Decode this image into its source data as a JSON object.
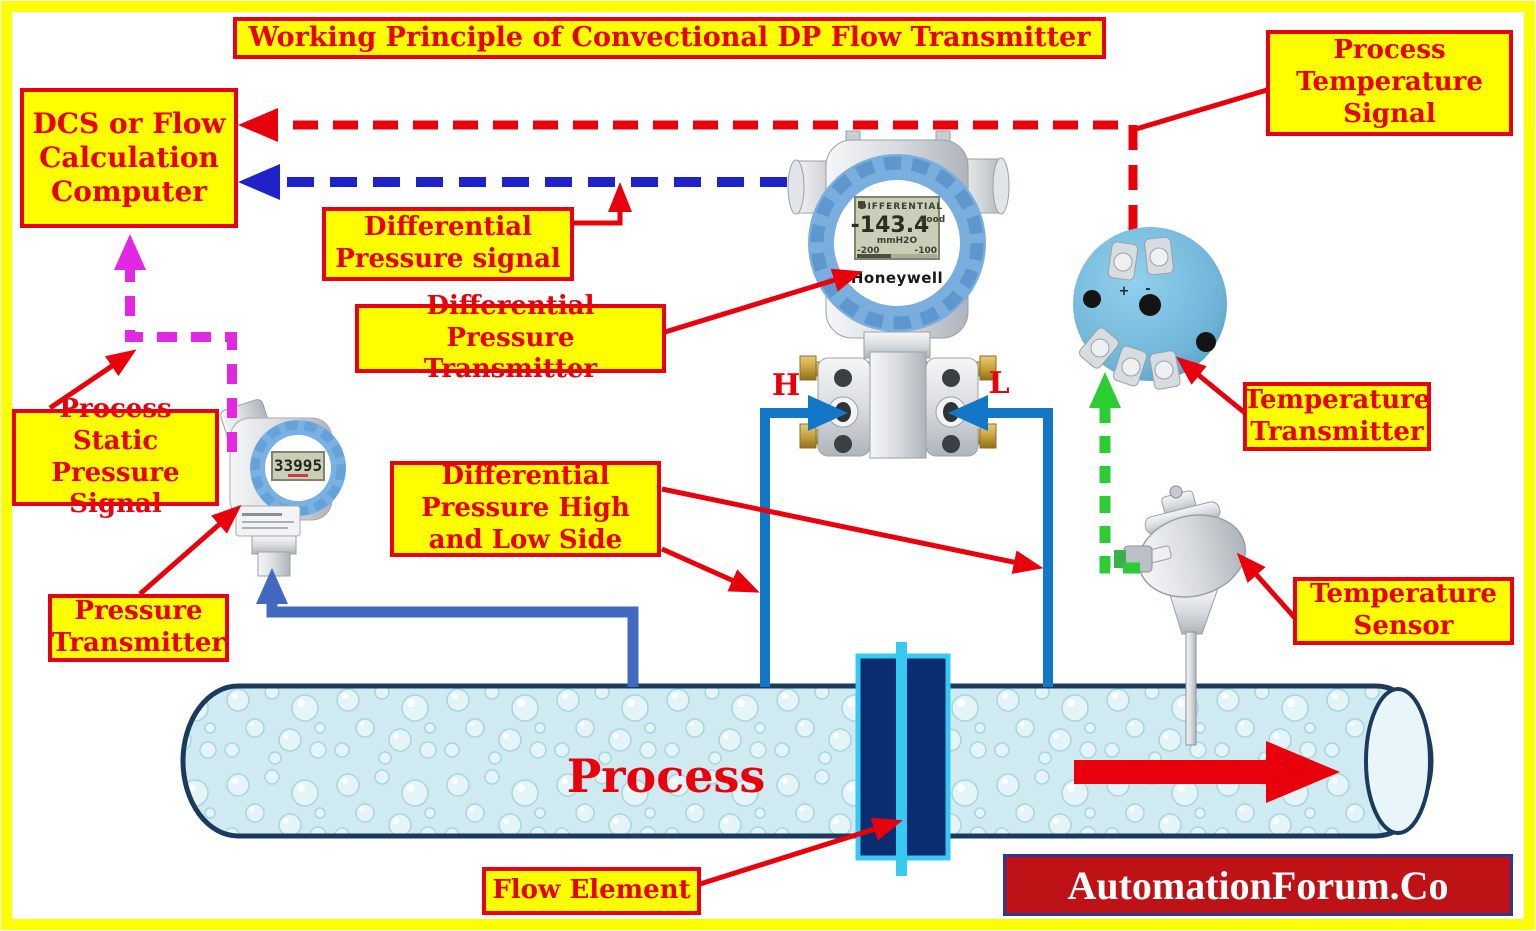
{
  "title": "Working Principle of Convectional DP Flow Transmitter",
  "boxes": {
    "dcs": "DCS or Flow Calculation Computer",
    "process_temperature_signal": "Process Temperature Signal",
    "differential_pressure_signal": "Differential Pressure signal",
    "differential_pressure_transmitter": "Differential Pressure Transmitter",
    "process_static_pressure_signal": "Process Static Pressure Signal",
    "pressure_transmitter": "Pressure Transmitter",
    "dp_high_low_side": "Differential Pressure High and Low Side",
    "temperature_transmitter": "Temperature Transmitter",
    "temperature_sensor": "Temperature Sensor",
    "flow_element": "Flow Element"
  },
  "pipe": {
    "label": "Process"
  },
  "taps": {
    "high_label": "H",
    "low_label": "L"
  },
  "devices": {
    "dp_transmitter": {
      "brand": "Honeywell",
      "display": {
        "title": "DIFFERENTIAL",
        "value": "-143.4",
        "status": "Good",
        "unit": "mmH2O",
        "scale_left": "-200",
        "scale_right": "-100"
      }
    },
    "pressure_transmitter": {
      "display_value": "33995"
    },
    "temperature_transmitter": {
      "plus": "+",
      "minus": "-"
    }
  },
  "watermark": "AutomationForum.Co",
  "colors": {
    "accent_red": "#E8000D",
    "box_yellow": "#FFFF00",
    "dp_signal_blue": "#1E22C8",
    "static_signal_magenta": "#E328E3",
    "temp_signal_green": "#2BCD32",
    "impulse_blue": "#1377C8",
    "static_tap_blue": "#4169C0",
    "pipe_fill": "#CFEAF0",
    "pipe_outline": "#1B3A5E",
    "flow_element_navy": "#0A2C70",
    "flow_element_cyan": "#36C9F1",
    "logo_background": "#BE1217",
    "logo_border": "#2B3990"
  }
}
